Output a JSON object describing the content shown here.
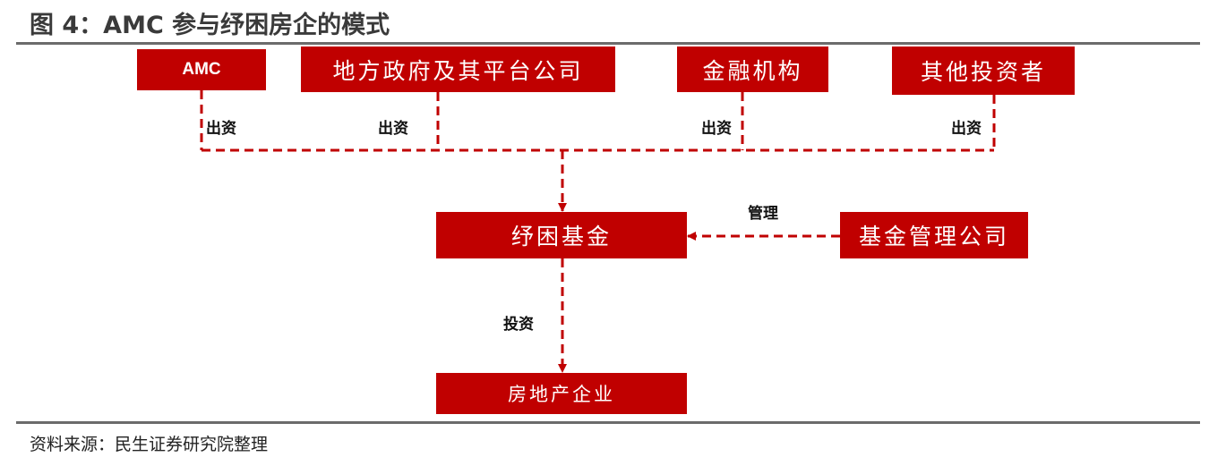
{
  "title": "图 4：AMC 参与纾困房企的模式",
  "colors": {
    "box": "#c00000",
    "rule": "#6b6b6b"
  },
  "nodes": {
    "amc": "AMC",
    "local_gov": "地方政府及其平台公司",
    "financial": "金融机构",
    "other": "其他投资者",
    "fund": "纾困基金",
    "manager": "基金管理公司",
    "developer": "房地产企业"
  },
  "edges": {
    "amc_contrib": "出资",
    "gov_contrib": "出资",
    "fin_contrib": "出资",
    "other_contrib": "出资",
    "manage": "管理",
    "invest": "投资"
  },
  "source": "资料来源：民生证券研究院整理"
}
